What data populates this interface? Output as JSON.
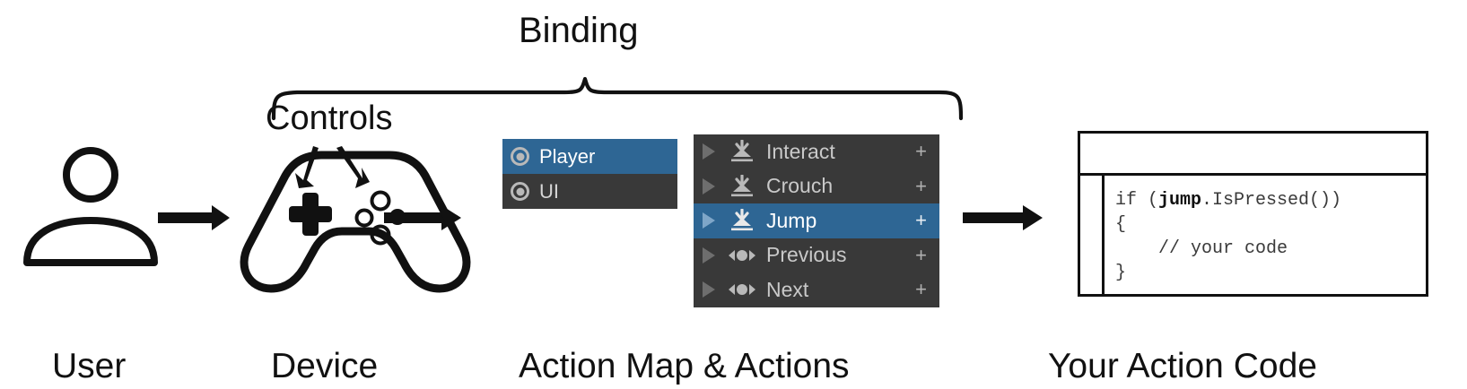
{
  "diagram": {
    "title_annotations": {
      "binding": "Binding",
      "controls": "Controls"
    },
    "stage_captions": [
      {
        "id": "user",
        "label": "User"
      },
      {
        "id": "device",
        "label": "Device"
      },
      {
        "id": "actions",
        "label": "Action Map & Actions"
      },
      {
        "id": "code",
        "label": "Your Action Code"
      }
    ],
    "colors": {
      "selection_blue": "#2e6694",
      "panel_dark": "#393939",
      "text_light": "#c9c9c9",
      "foreground": "#111111",
      "background": "#ffffff"
    }
  },
  "action_maps": {
    "items": [
      {
        "name": "Player",
        "selected": true,
        "icon": "action-map-icon"
      },
      {
        "name": "UI",
        "selected": false,
        "icon": "action-map-icon"
      }
    ]
  },
  "actions": {
    "add_label": "+",
    "items": [
      {
        "name": "Interact",
        "type": "button",
        "selected": false,
        "icon": "button-action-icon",
        "foldout": "collapsed"
      },
      {
        "name": "Crouch",
        "type": "button",
        "selected": false,
        "icon": "button-action-icon",
        "foldout": "collapsed"
      },
      {
        "name": "Jump",
        "type": "button",
        "selected": true,
        "icon": "button-action-icon",
        "foldout": "collapsed"
      },
      {
        "name": "Previous",
        "type": "axis",
        "selected": false,
        "icon": "axis-action-icon",
        "foldout": "collapsed"
      },
      {
        "name": "Next",
        "type": "axis",
        "selected": false,
        "icon": "axis-action-icon",
        "foldout": "collapsed"
      }
    ]
  },
  "code_window": {
    "lines": [
      {
        "segments": [
          {
            "text": "if (",
            "bold": false
          },
          {
            "text": "jump",
            "bold": true
          },
          {
            "text": ".IsPressed())",
            "bold": false
          }
        ]
      },
      {
        "segments": [
          {
            "text": "{",
            "bold": false
          }
        ]
      },
      {
        "segments": [
          {
            "text": "    // your code",
            "bold": false
          }
        ]
      },
      {
        "segments": [
          {
            "text": "}",
            "bold": false
          }
        ]
      }
    ]
  },
  "device": {
    "icon": "gamepad-icon",
    "dpad": "dpad-icon",
    "face_buttons": [
      "face-button-top",
      "face-button-left",
      "face-button-bottom",
      "face-button-right-active"
    ]
  },
  "user": {
    "icon": "user-silhouette-icon"
  }
}
